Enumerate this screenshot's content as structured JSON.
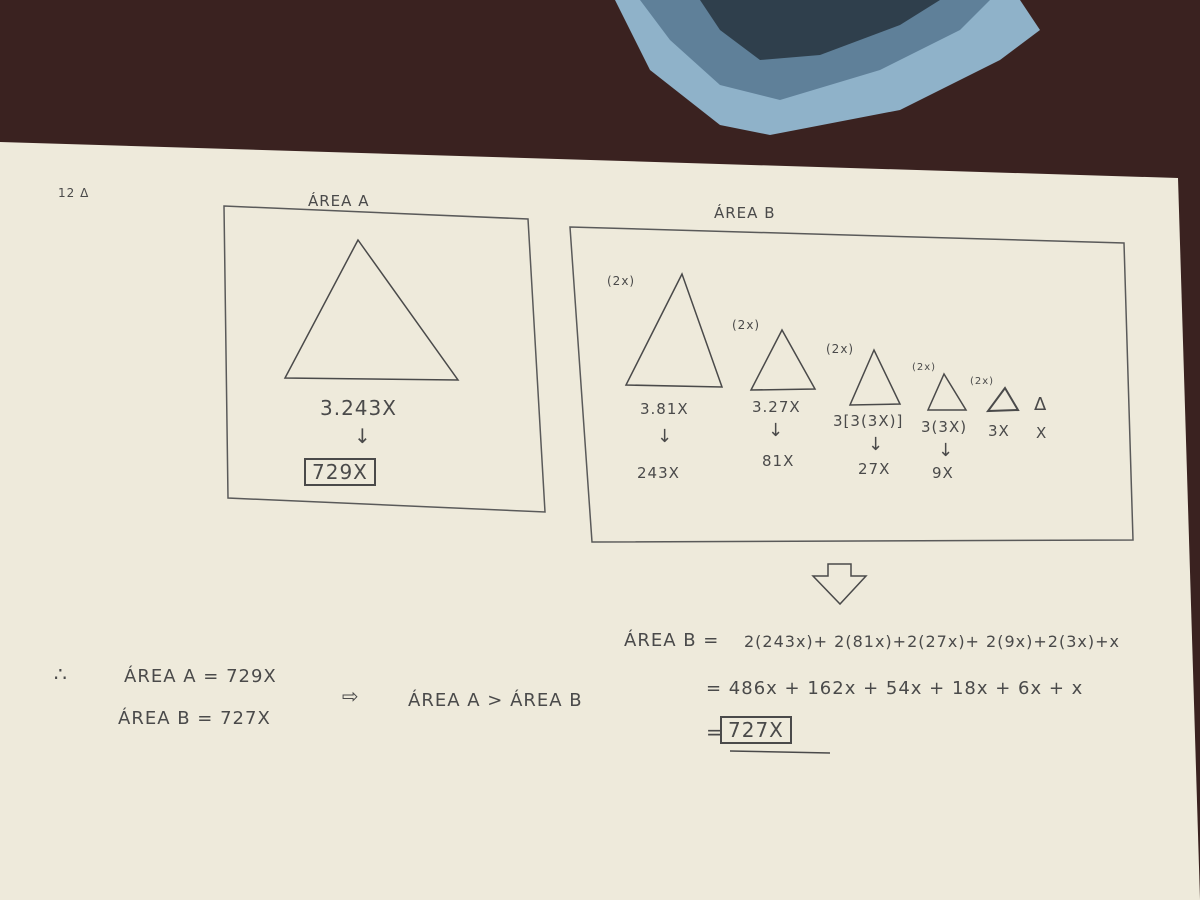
{
  "header": {
    "problem_number": "12 Δ"
  },
  "area_a_panel": {
    "title": "ÁREA  A",
    "expr": "3.243X",
    "arrow": "↓",
    "result": "729X"
  },
  "area_b_panel": {
    "title": "ÁREA  B",
    "labels": [
      "(2x)",
      "(2x)",
      "(2x)",
      "(2x)",
      "(2x)"
    ],
    "columns": [
      {
        "expr": "3.81X",
        "arrow": "↓",
        "result": "243X"
      },
      {
        "expr": "3.27X",
        "arrow": "↓",
        "result": "81X"
      },
      {
        "expr": "3[3(3X)]",
        "arrow": "↓",
        "result": "27X"
      },
      {
        "expr": "3(3X)",
        "arrow": "↓",
        "result": "9X"
      },
      {
        "expr": "3X",
        "arrow": "",
        "result": ""
      },
      {
        "expr": "X",
        "arrow": "",
        "result": ""
      }
    ],
    "tail_symbol": "Δ"
  },
  "conclusion": {
    "therefore": "∴",
    "line_a": "ÁREA A = 729X",
    "line_b": "ÁREA B = 727X",
    "implies": "⇨",
    "comparison": "ÁREA A > ÁREA B"
  },
  "derivation": {
    "line1_label": "ÁREA B  =",
    "line1": "2(243x)+ 2(81x)+2(27x)+ 2(9x)+2(3x)+x",
    "line2": "= 486x + 162x + 54x + 18x + 6x + x",
    "line3_eq": "=",
    "line3_result": "727X"
  },
  "colors": {
    "paper": "#eeeadb",
    "pencil": "#4a4a4a",
    "table": "#3a2220",
    "stapler": "#8fb2c9"
  }
}
